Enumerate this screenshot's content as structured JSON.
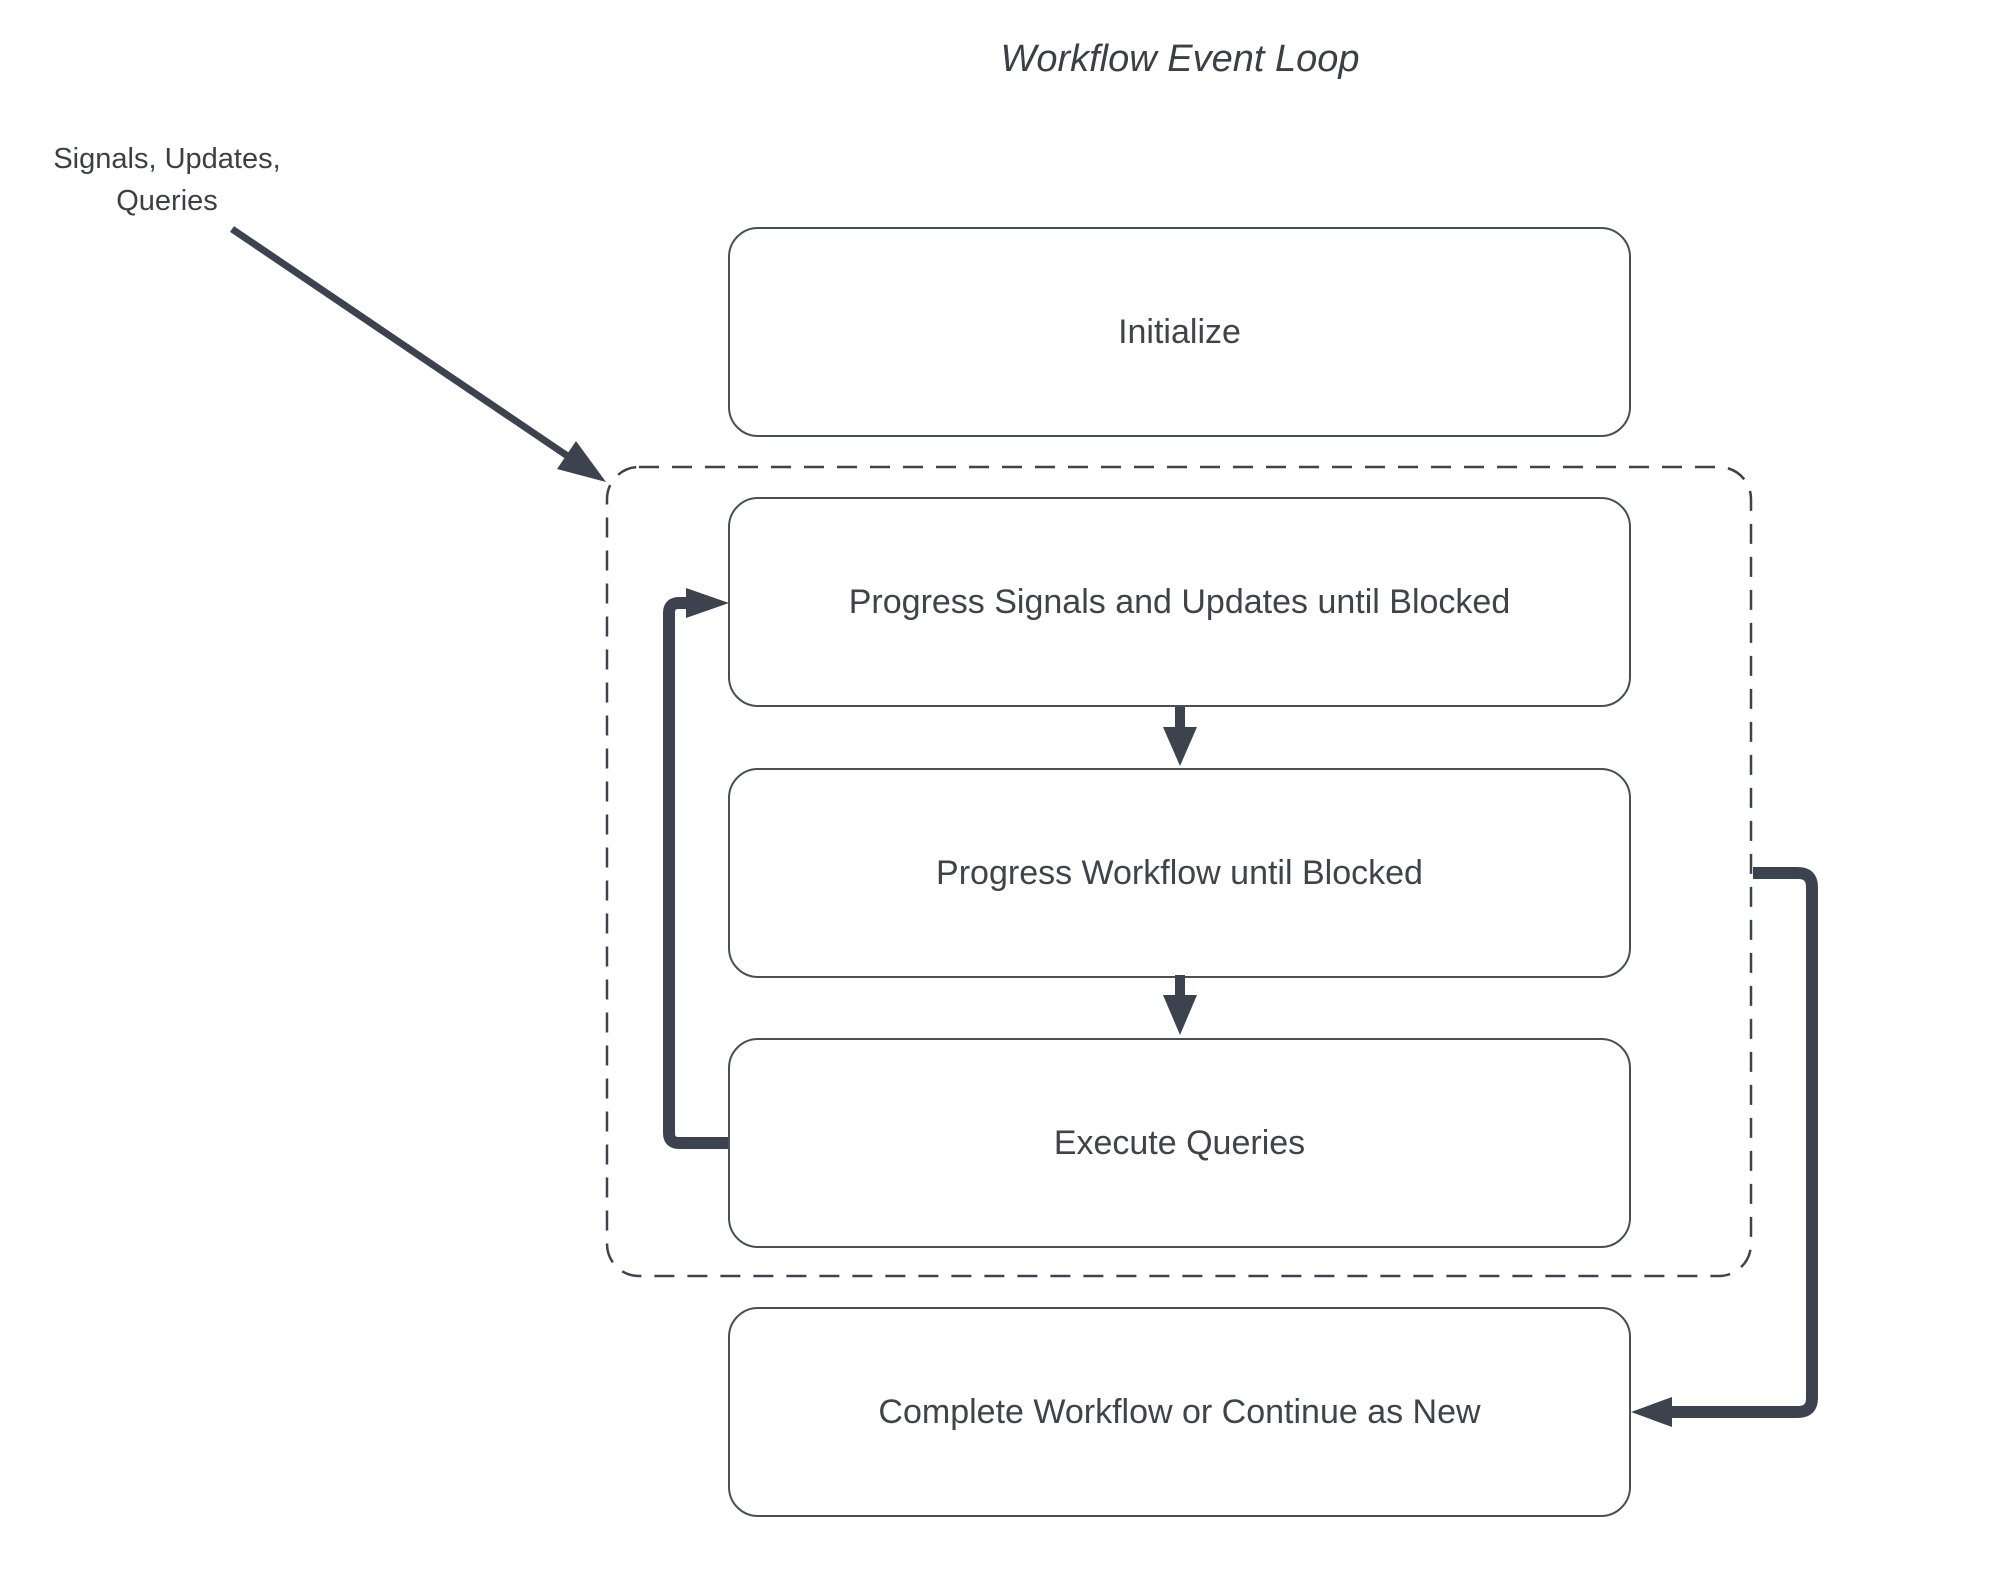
{
  "title": "Workflow Event Loop",
  "external_input_label": "Signals, Updates,\nQueries",
  "nodes": {
    "initialize": "Initialize",
    "progress_signals": "Progress Signals and Updates until Blocked",
    "progress_workflow": "Progress Workflow until Blocked",
    "execute_queries": "Execute Queries",
    "complete_workflow": "Complete Workflow or Continue as New"
  },
  "colors": {
    "background": "#ffffff",
    "arrow_line": "#3d434e",
    "box_border": "#4a4e57",
    "dashed_border": "#3d434e",
    "text": "#3b3f46"
  }
}
